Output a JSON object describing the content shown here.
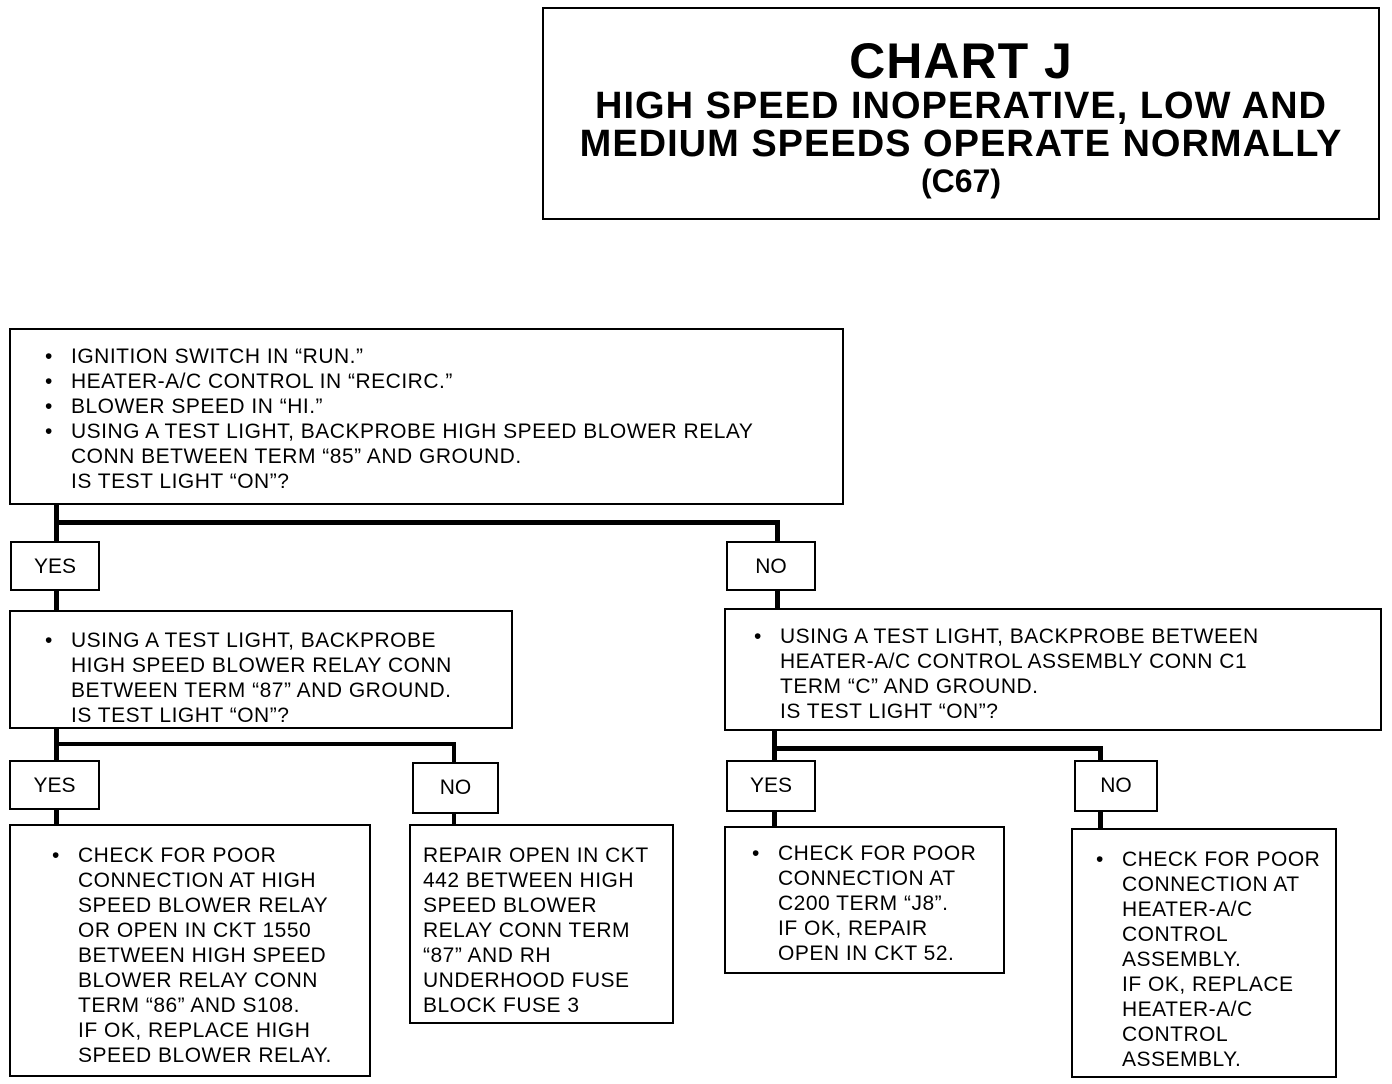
{
  "header": {
    "title": "CHART J",
    "subtitle_line1": "HIGH SPEED INOPERATIVE, LOW AND",
    "subtitle_line2": "MEDIUM SPEEDS OPERATE NORMALLY",
    "code": "(C67)"
  },
  "top_box": {
    "bullets": [
      "IGNITION SWITCH IN “RUN.”",
      "HEATER-A/C CONTROL IN “RECIRC.”",
      "BLOWER SPEED IN “HI.”",
      "USING A TEST LIGHT, BACKPROBE HIGH SPEED BLOWER RELAY"
    ],
    "cont1": "CONN BETWEEN TERM “85” AND GROUND.",
    "cont2": "IS TEST LIGHT “ON”?"
  },
  "labels": {
    "yes": "YES",
    "no": "NO"
  },
  "left_box": {
    "l1": "USING A TEST LIGHT, BACKPROBE",
    "l2": "HIGH SPEED BLOWER RELAY CONN",
    "l3": "BETWEEN TERM “87” AND GROUND.",
    "l4": "IS TEST LIGHT “ON”?"
  },
  "right_box": {
    "l1": "USING A TEST LIGHT, BACKPROBE BETWEEN",
    "l2": "HEATER-A/C CONTROL ASSEMBLY CONN C1",
    "l3": "TERM “C” AND GROUND.",
    "l4": "IS TEST LIGHT “ON”?"
  },
  "result_1": {
    "lines": [
      "CHECK FOR POOR",
      "CONNECTION AT HIGH",
      "SPEED BLOWER RELAY",
      "OR OPEN IN CKT 1550",
      "BETWEEN HIGH SPEED",
      "BLOWER RELAY CONN",
      "TERM “86” AND S108.",
      "IF OK, REPLACE HIGH",
      "SPEED BLOWER RELAY."
    ]
  },
  "result_2": {
    "lines": [
      "REPAIR OPEN IN CKT",
      "442 BETWEEN HIGH",
      "SPEED BLOWER",
      "RELAY CONN TERM",
      "“87” AND RH",
      "UNDERHOOD FUSE",
      "BLOCK FUSE 3"
    ]
  },
  "result_3": {
    "lines": [
      "CHECK FOR POOR",
      "CONNECTION AT",
      "C200 TERM “J8”.",
      "IF OK, REPAIR",
      "OPEN IN CKT 52."
    ]
  },
  "result_4": {
    "lines": [
      "CHECK FOR POOR",
      "CONNECTION AT",
      "HEATER-A/C",
      "CONTROL",
      "ASSEMBLY.",
      "IF OK, REPLACE",
      "HEATER-A/C",
      "CONTROL",
      "ASSEMBLY."
    ]
  }
}
